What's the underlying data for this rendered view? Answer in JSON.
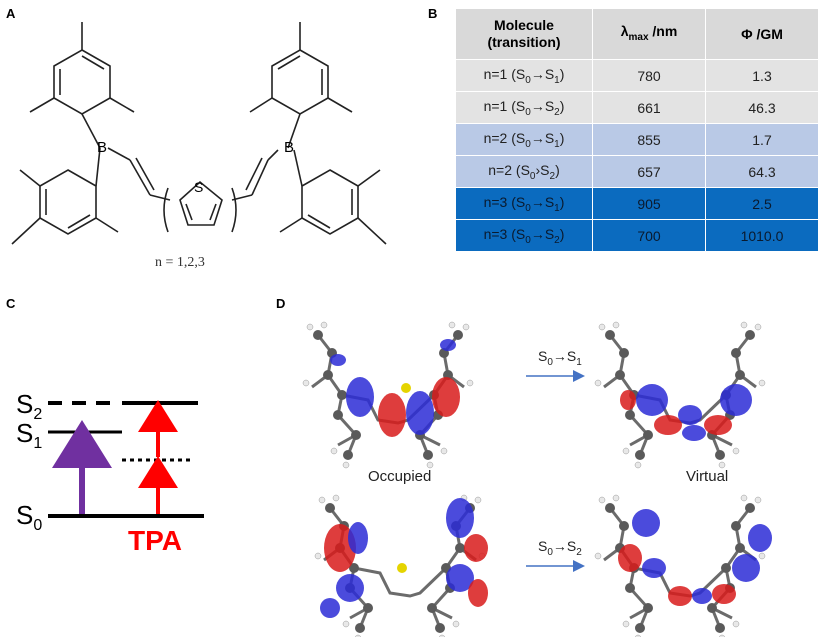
{
  "panel_labels": {
    "a": "A",
    "b": "B",
    "c": "C",
    "d": "D"
  },
  "panel_a": {
    "boron_label": "B",
    "sulfur_label": "S",
    "n_label": "n = 1,2,3"
  },
  "panel_b": {
    "header": {
      "molecule_line1": "Molecule",
      "molecule_line2": "(transition)",
      "lambda_symbol": "λ",
      "lambda_sub": "max",
      "lambda_unit": "/nm",
      "phi_symbol": "Φ",
      "phi_unit": "/GM"
    },
    "rows": [
      {
        "n": "n=1",
        "from": "S",
        "from_sub": "0",
        "arrow": "→",
        "to": "S",
        "to_sub": "1",
        "lambda": "780",
        "phi": "1.3"
      },
      {
        "n": "n=1",
        "from": "S",
        "from_sub": "0",
        "arrow": "→",
        "to": "S",
        "to_sub": "2",
        "lambda": "661",
        "phi": "46.3"
      },
      {
        "n": "n=2",
        "from": "S",
        "from_sub": "0",
        "arrow": "→",
        "to": "S",
        "to_sub": "1",
        "lambda": "855",
        "phi": "1.7"
      },
      {
        "n": "n=2",
        "from": "S",
        "from_sub": "0",
        "arrow": "›",
        "to": "S",
        "to_sub": "2",
        "lambda": "657",
        "phi": "64.3"
      },
      {
        "n": "n=3",
        "from": "S",
        "from_sub": "0",
        "arrow": "→",
        "to": "S",
        "to_sub": "1",
        "lambda": "905",
        "phi": "2.5"
      },
      {
        "n": "n=3",
        "from": "S",
        "from_sub": "0",
        "arrow": "→",
        "to": "S",
        "to_sub": "2",
        "lambda": "700",
        "phi": "1010.0"
      }
    ]
  },
  "panel_c": {
    "s2": "S",
    "s2_sub": "2",
    "s1": "S",
    "s1_sub": "1",
    "s0": "S",
    "s0_sub": "0",
    "tpa": "TPA",
    "colors": {
      "one_photon": "#7030a0",
      "two_photon": "#ff0000"
    }
  },
  "panel_d": {
    "occupied": "Occupied",
    "virtual": "Virtual",
    "t1_from": "S",
    "t1_from_sub": "0",
    "t1_arrow": "→",
    "t1_to": "S",
    "t1_to_sub": "1",
    "t2_from": "S",
    "t2_from_sub": "0",
    "t2_arrow": "→",
    "t2_to": "S",
    "t2_to_sub": "2",
    "colors": {
      "lobe_red": "#d81b1b",
      "lobe_blue": "#2b2bd6",
      "arrow": "#4472c4"
    }
  }
}
